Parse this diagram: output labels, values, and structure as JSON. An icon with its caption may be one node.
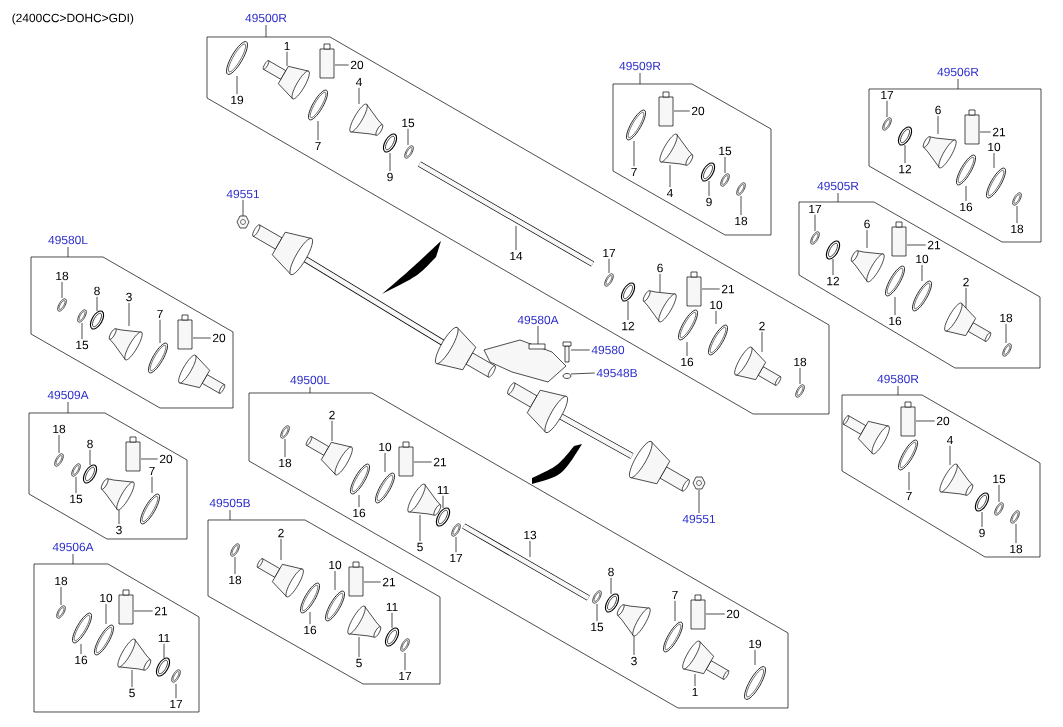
{
  "diagram": {
    "title": "(2400CC>DOHC>GDI)",
    "nodes": [
      {
        "text": [
          "49500R"
        ]
      },
      {
        "text": [
          "19"
        ],
        "in": 0
      },
      {
        "text": [
          "1"
        ],
        "in": 0
      },
      {
        "text": [
          "20"
        ],
        "in": 0
      },
      {
        "text": [
          "7"
        ],
        "in": 0
      },
      {
        "text": [
          "4"
        ],
        "in": 0
      },
      {
        "text": [
          "9"
        ],
        "in": 0
      },
      {
        "text": [
          "15"
        ],
        "in": 0
      },
      {
        "text": [
          "14"
        ],
        "in": 108
      },
      {
        "text": [
          "17"
        ],
        "in": 0
      },
      {
        "text": [
          "12"
        ],
        "in": 0
      },
      {
        "text": [
          "6"
        ],
        "in": 0
      },
      {
        "text": [
          "21"
        ],
        "in": 0
      },
      {
        "text": [
          "16"
        ],
        "in": 0
      },
      {
        "text": [
          "10"
        ],
        "in": 0
      },
      {
        "text": [
          "2"
        ],
        "in": 0
      },
      {
        "text": [
          "18"
        ],
        "in": 0
      },
      {
        "text": [
          "49509R"
        ]
      },
      {
        "text": [
          "20"
        ],
        "in": 17
      },
      {
        "text": [
          "7"
        ],
        "in": 17
      },
      {
        "text": [
          "4"
        ],
        "in": 17
      },
      {
        "text": [
          "15"
        ],
        "in": 17
      },
      {
        "text": [
          "9"
        ],
        "in": 17
      },
      {
        "text": [
          "18"
        ],
        "in": 17
      },
      {
        "text": [
          "49506R"
        ]
      },
      {
        "text": [
          "17"
        ],
        "in": 24
      },
      {
        "text": [
          "6"
        ],
        "in": 24
      },
      {
        "text": [
          "21"
        ],
        "in": 24
      },
      {
        "text": [
          "12"
        ],
        "in": 24
      },
      {
        "text": [
          "10"
        ],
        "in": 24
      },
      {
        "text": [
          "16"
        ],
        "in": 24
      },
      {
        "text": [
          "18"
        ],
        "in": 24
      },
      {
        "text": [
          "49551"
        ]
      },
      {
        "text": [
          "49505R"
        ]
      },
      {
        "text": [
          "17"
        ],
        "in": 33
      },
      {
        "text": [
          "6"
        ],
        "in": 33
      },
      {
        "text": [
          "21"
        ],
        "in": 33
      },
      {
        "text": [
          "12"
        ],
        "in": 33
      },
      {
        "text": [
          "10"
        ],
        "in": 33
      },
      {
        "text": [
          "16"
        ],
        "in": 33
      },
      {
        "text": [
          "2"
        ],
        "in": 33
      },
      {
        "text": [
          "18"
        ],
        "in": 33
      },
      {
        "text": [
          "49580L"
        ]
      },
      {
        "text": [
          "18"
        ],
        "in": 42
      },
      {
        "text": [
          "8"
        ],
        "in": 42
      },
      {
        "text": [
          "3"
        ],
        "in": 42
      },
      {
        "text": [
          "15"
        ],
        "in": 42
      },
      {
        "text": [
          "7"
        ],
        "in": 42
      },
      {
        "text": [
          "20"
        ],
        "in": 42
      },
      {
        "text": [
          "49580A"
        ]
      },
      {
        "text": [
          "49580"
        ]
      },
      {
        "text": [
          "49548B"
        ]
      },
      {
        "text": [
          "49580R"
        ]
      },
      {
        "text": [
          "20"
        ],
        "in": 52
      },
      {
        "text": [
          "4"
        ],
        "in": 52
      },
      {
        "text": [
          "7"
        ],
        "in": 52
      },
      {
        "text": [
          "15"
        ],
        "in": 52
      },
      {
        "text": [
          "9"
        ],
        "in": 52
      },
      {
        "text": [
          "18"
        ],
        "in": 52
      },
      {
        "text": [
          "49500L"
        ]
      },
      {
        "text": [
          "2"
        ],
        "in": 59
      },
      {
        "text": [
          "18"
        ],
        "in": 59
      },
      {
        "text": [
          "10"
        ],
        "in": 59
      },
      {
        "text": [
          "21"
        ],
        "in": 59
      },
      {
        "text": [
          "16"
        ],
        "in": 59
      },
      {
        "text": [
          "11"
        ],
        "in": 59
      },
      {
        "text": [
          "5"
        ],
        "in": 59
      },
      {
        "text": [
          "17"
        ],
        "in": 59
      },
      {
        "text": [
          "13"
        ],
        "in": 162
      },
      {
        "text": [
          "8"
        ],
        "in": 59
      },
      {
        "text": [
          "15"
        ],
        "in": 59
      },
      {
        "text": [
          "7"
        ],
        "in": 59
      },
      {
        "text": [
          "20"
        ],
        "in": 59
      },
      {
        "text": [
          "3"
        ],
        "in": 59
      },
      {
        "text": [
          "19"
        ],
        "in": 59
      },
      {
        "text": [
          "1"
        ],
        "in": 59
      },
      {
        "text": [
          "49509A"
        ]
      },
      {
        "text": [
          "18"
        ],
        "in": 76
      },
      {
        "text": [
          "8"
        ],
        "in": 76
      },
      {
        "text": [
          "20"
        ],
        "in": 76
      },
      {
        "text": [
          "7"
        ],
        "in": 76
      },
      {
        "text": [
          "15"
        ],
        "in": 76
      },
      {
        "text": [
          "3"
        ],
        "in": 76
      },
      {
        "text": [
          "49551"
        ]
      },
      {
        "text": [
          "49505B"
        ]
      },
      {
        "text": [
          "2"
        ],
        "in": 84
      },
      {
        "text": [
          "18"
        ],
        "in": 84
      },
      {
        "text": [
          "10"
        ],
        "in": 84
      },
      {
        "text": [
          "21"
        ],
        "in": 84
      },
      {
        "text": [
          "11"
        ],
        "in": 84
      },
      {
        "text": [
          "16"
        ],
        "in": 84
      },
      {
        "text": [
          "5"
        ],
        "in": 84
      },
      {
        "text": [
          "17"
        ],
        "in": 84
      },
      {
        "text": [
          "49506A"
        ]
      },
      {
        "text": [
          "18"
        ],
        "in": 93
      },
      {
        "text": [
          "10"
        ],
        "in": 93
      },
      {
        "text": [
          "21"
        ],
        "in": 93
      },
      {
        "text": [
          "11"
        ],
        "in": 93
      },
      {
        "text": [
          "16"
        ],
        "in": 93
      },
      {
        "text": [
          "5"
        ],
        "in": 93
      },
      {
        "text": [
          "17"
        ],
        "in": 93
      },
      {
        "text": [],
        "shape": "picture",
        "in": 0
      },
      {
        "text": [],
        "shape": "picture",
        "in": 0
      },
      {
        "text": [],
        "shape": "box",
        "in": 0
      },
      {
        "text": [],
        "shape": "picture",
        "in": 0
      },
      {
        "text": [],
        "shape": "picture",
        "in": 0
      },
      {
        "text": [],
        "shape": "picture",
        "in": 0
      },
      {
        "text": [],
        "shape": "picture",
        "in": 0
      },
      {
        "text": [],
        "shape": "picture",
        "in": 0
      },
      {
        "text": [],
        "shape": "picture",
        "in": 0
      },
      {
        "text": [],
        "shape": "picture",
        "in": 0
      },
      {
        "text": [],
        "shape": "picture",
        "in": 0
      },
      {
        "text": [],
        "shape": "box",
        "in": 0
      },
      {
        "text": [],
        "shape": "picture",
        "in": 0
      },
      {
        "text": [],
        "shape": "picture",
        "in": 0
      },
      {
        "text": [],
        "shape": "picture",
        "in": 0
      },
      {
        "text": [],
        "shape": "picture",
        "in": 0
      },
      {
        "text": [],
        "shape": "box",
        "in": 17
      },
      {
        "text": [],
        "shape": "picture",
        "in": 17
      },
      {
        "text": [],
        "shape": "picture",
        "in": 17
      },
      {
        "text": [],
        "shape": "picture",
        "in": 17
      },
      {
        "text": [],
        "shape": "picture",
        "in": 17
      },
      {
        "text": [],
        "shape": "picture",
        "in": 17
      },
      {
        "text": [],
        "shape": "picture",
        "in": 24
      },
      {
        "text": [],
        "shape": "picture",
        "in": 24
      },
      {
        "text": [],
        "shape": "box",
        "in": 24
      },
      {
        "text": [],
        "shape": "picture",
        "in": 24
      },
      {
        "text": [],
        "shape": "picture",
        "in": 24
      },
      {
        "text": [],
        "shape": "picture",
        "in": 24
      },
      {
        "text": [],
        "shape": "picture",
        "in": 24
      },
      {
        "text": [],
        "shape": "picture"
      },
      {
        "text": [],
        "shape": "picture",
        "in": 33
      },
      {
        "text": [],
        "shape": "picture",
        "in": 33
      },
      {
        "text": [],
        "shape": "box",
        "in": 33
      },
      {
        "text": [],
        "shape": "picture",
        "in": 33
      },
      {
        "text": [],
        "shape": "picture",
        "in": 33
      },
      {
        "text": [],
        "shape": "picture",
        "in": 33
      },
      {
        "text": [],
        "shape": "picture",
        "in": 33
      },
      {
        "text": [],
        "shape": "picture",
        "in": 33
      },
      {
        "text": [],
        "shape": "picture",
        "in": 42
      },
      {
        "text": [],
        "shape": "picture",
        "in": 42
      },
      {
        "text": [],
        "shape": "picture",
        "in": 42
      },
      {
        "text": [],
        "shape": "picture",
        "in": 42
      },
      {
        "text": [],
        "shape": "picture",
        "in": 42
      },
      {
        "text": [],
        "shape": "box",
        "in": 42
      },
      {
        "text": [],
        "shape": "picture"
      },
      {
        "text": [],
        "shape": "picture"
      },
      {
        "text": [],
        "shape": "circle"
      },
      {
        "text": [],
        "shape": "box",
        "in": 52
      },
      {
        "text": [],
        "shape": "picture",
        "in": 52
      },
      {
        "text": [],
        "shape": "picture",
        "in": 52
      },
      {
        "text": [],
        "shape": "picture",
        "in": 52
      },
      {
        "text": [],
        "shape": "picture",
        "in": 52
      },
      {
        "text": [],
        "shape": "picture",
        "in": 52
      },
      {
        "text": [],
        "shape": "picture",
        "in": 59
      },
      {
        "text": [],
        "shape": "picture",
        "in": 59
      },
      {
        "text": [],
        "shape": "picture",
        "in": 59
      },
      {
        "text": [],
        "shape": "box",
        "in": 59
      },
      {
        "text": [],
        "shape": "picture",
        "in": 59
      },
      {
        "text": [],
        "shape": "picture",
        "in": 59
      },
      {
        "text": [],
        "shape": "picture",
        "in": 59
      },
      {
        "text": [],
        "shape": "picture",
        "in": 59
      },
      {
        "text": [],
        "shape": "picture",
        "in": 59
      },
      {
        "text": [],
        "shape": "picture",
        "in": 59
      },
      {
        "text": [],
        "shape": "picture",
        "in": 59
      },
      {
        "text": [],
        "shape": "picture",
        "in": 59
      },
      {
        "text": [],
        "shape": "box",
        "in": 59
      },
      {
        "text": [],
        "shape": "picture",
        "in": 59
      },
      {
        "text": [],
        "shape": "picture",
        "in": 59
      },
      {
        "text": [],
        "shape": "picture",
        "in": 59
      },
      {
        "text": [],
        "shape": "picture",
        "in": 76
      },
      {
        "text": [],
        "shape": "picture",
        "in": 76
      },
      {
        "text": [],
        "shape": "box",
        "in": 76
      },
      {
        "text": [],
        "shape": "picture",
        "in": 76
      },
      {
        "text": [],
        "shape": "picture",
        "in": 76
      },
      {
        "text": [],
        "shape": "picture",
        "in": 76
      },
      {
        "text": [],
        "shape": "picture"
      },
      {
        "text": [],
        "shape": "picture",
        "in": 84
      },
      {
        "text": [],
        "shape": "picture",
        "in": 84
      },
      {
        "text": [],
        "shape": "picture",
        "in": 84
      },
      {
        "text": [],
        "shape": "box",
        "in": 84
      },
      {
        "text": [],
        "shape": "picture",
        "in": 84
      },
      {
        "text": [],
        "shape": "picture",
        "in": 84
      },
      {
        "text": [],
        "shape": "picture",
        "in": 84
      },
      {
        "text": [],
        "shape": "picture",
        "in": 84
      },
      {
        "text": [],
        "shape": "picture",
        "in": 93
      },
      {
        "text": [],
        "shape": "picture",
        "in": 93
      },
      {
        "text": [],
        "shape": "box",
        "in": 93
      },
      {
        "text": [],
        "shape": "picture",
        "in": 93
      },
      {
        "text": [],
        "shape": "picture",
        "in": 93
      },
      {
        "text": [],
        "shape": "picture",
        "in": 93
      },
      {
        "text": [],
        "shape": "picture",
        "in": 93
      }
    ],
    "edges": [
      {
        "from": 1,
        "to": 101,
        "arrow": "none"
      },
      {
        "from": 2,
        "to": 102,
        "arrow": "none"
      },
      {
        "from": 3,
        "to": 103,
        "arrow": "none"
      },
      {
        "from": 4,
        "to": 104,
        "arrow": "none"
      },
      {
        "from": 5,
        "to": 105,
        "arrow": "none"
      },
      {
        "from": 6,
        "to": 106,
        "arrow": "none"
      },
      {
        "from": 7,
        "to": 107,
        "arrow": "none"
      },
      {
        "from": 8,
        "to": 108,
        "arrow": "none"
      },
      {
        "from": 9,
        "to": 109,
        "arrow": "none"
      },
      {
        "from": 10,
        "to": 110,
        "arrow": "none"
      },
      {
        "from": 11,
        "to": 111,
        "arrow": "none"
      },
      {
        "from": 12,
        "to": 112,
        "arrow": "none"
      },
      {
        "from": 13,
        "to": 113,
        "arrow": "none"
      },
      {
        "from": 14,
        "to": 114,
        "arrow": "none"
      },
      {
        "from": 15,
        "to": 115,
        "arrow": "none"
      },
      {
        "from": 16,
        "to": 116,
        "arrow": "none"
      },
      {
        "from": 18,
        "to": 117,
        "arrow": "none"
      },
      {
        "from": 19,
        "to": 118,
        "arrow": "none"
      },
      {
        "from": 20,
        "to": 119,
        "arrow": "none"
      },
      {
        "from": 21,
        "to": 120,
        "arrow": "none"
      },
      {
        "from": 22,
        "to": 121,
        "arrow": "none"
      },
      {
        "from": 23,
        "to": 122,
        "arrow": "none"
      },
      {
        "from": 25,
        "to": 123,
        "arrow": "none"
      },
      {
        "from": 26,
        "to": 124,
        "arrow": "none"
      },
      {
        "from": 27,
        "to": 125,
        "arrow": "none"
      },
      {
        "from": 28,
        "to": 126,
        "arrow": "none"
      },
      {
        "from": 29,
        "to": 127,
        "arrow": "none"
      },
      {
        "from": 30,
        "to": 128,
        "arrow": "none"
      },
      {
        "from": 31,
        "to": 129,
        "arrow": "none"
      },
      {
        "from": 32,
        "to": 130,
        "arrow": "none"
      },
      {
        "from": 34,
        "to": 131,
        "arrow": "none"
      },
      {
        "from": 35,
        "to": 132,
        "arrow": "none"
      },
      {
        "from": 36,
        "to": 133,
        "arrow": "none"
      },
      {
        "from": 37,
        "to": 134,
        "arrow": "none"
      },
      {
        "from": 38,
        "to": 135,
        "arrow": "none"
      },
      {
        "from": 39,
        "to": 136,
        "arrow": "none"
      },
      {
        "from": 40,
        "to": 137,
        "arrow": "none"
      },
      {
        "from": 41,
        "to": 138,
        "arrow": "none"
      },
      {
        "from": 43,
        "to": 139,
        "arrow": "none"
      },
      {
        "from": 44,
        "to": 140,
        "arrow": "none"
      },
      {
        "from": 45,
        "to": 141,
        "arrow": "none"
      },
      {
        "from": 46,
        "to": 142,
        "arrow": "none"
      },
      {
        "from": 47,
        "to": 143,
        "arrow": "none"
      },
      {
        "from": 48,
        "to": 144,
        "arrow": "none"
      },
      {
        "from": 49,
        "to": 145,
        "arrow": "none"
      },
      {
        "from": 50,
        "to": 146,
        "arrow": "none"
      },
      {
        "from": 51,
        "to": 147,
        "arrow": "none"
      },
      {
        "from": 53,
        "to": 148,
        "arrow": "none"
      },
      {
        "from": 54,
        "to": 149,
        "arrow": "none"
      },
      {
        "from": 55,
        "to": 150,
        "arrow": "none"
      },
      {
        "from": 56,
        "to": 151,
        "arrow": "none"
      },
      {
        "from": 57,
        "to": 152,
        "arrow": "none"
      },
      {
        "from": 58,
        "to": 153,
        "arrow": "none"
      },
      {
        "from": 60,
        "to": 154,
        "arrow": "none"
      },
      {
        "from": 61,
        "to": 155,
        "arrow": "none"
      },
      {
        "from": 62,
        "to": 156,
        "arrow": "none"
      },
      {
        "from": 63,
        "to": 157,
        "arrow": "none"
      },
      {
        "from": 64,
        "to": 158,
        "arrow": "none"
      },
      {
        "from": 65,
        "to": 159,
        "arrow": "none"
      },
      {
        "from": 66,
        "to": 160,
        "arrow": "none"
      },
      {
        "from": 67,
        "to": 161,
        "arrow": "none"
      },
      {
        "from": 68,
        "to": 162,
        "arrow": "none"
      },
      {
        "from": 69,
        "to": 163,
        "arrow": "none"
      },
      {
        "from": 70,
        "to": 164,
        "arrow": "none"
      },
      {
        "from": 71,
        "to": 165,
        "arrow": "none"
      },
      {
        "from": 72,
        "to": 166,
        "arrow": "none"
      },
      {
        "from": 73,
        "to": 167,
        "arrow": "none"
      },
      {
        "from": 74,
        "to": 168,
        "arrow": "none"
      },
      {
        "from": 75,
        "to": 169,
        "arrow": "none"
      },
      {
        "from": 77,
        "to": 170,
        "arrow": "none"
      },
      {
        "from": 78,
        "to": 171,
        "arrow": "none"
      },
      {
        "from": 79,
        "to": 172,
        "arrow": "none"
      },
      {
        "from": 80,
        "to": 173,
        "arrow": "none"
      },
      {
        "from": 81,
        "to": 174,
        "arrow": "none"
      },
      {
        "from": 82,
        "to": 175,
        "arrow": "none"
      },
      {
        "from": 83,
        "to": 176,
        "arrow": "none"
      },
      {
        "from": 85,
        "to": 177,
        "arrow": "none"
      },
      {
        "from": 86,
        "to": 178,
        "arrow": "none"
      },
      {
        "from": 87,
        "to": 179,
        "arrow": "none"
      },
      {
        "from": 88,
        "to": 180,
        "arrow": "none"
      },
      {
        "from": 89,
        "to": 181,
        "arrow": "none"
      },
      {
        "from": 90,
        "to": 182,
        "arrow": "none"
      },
      {
        "from": 91,
        "to": 183,
        "arrow": "none"
      },
      {
        "from": 92,
        "to": 184,
        "arrow": "none"
      },
      {
        "from": 94,
        "to": 185,
        "arrow": "none"
      },
      {
        "from": 95,
        "to": 186,
        "arrow": "none"
      },
      {
        "from": 96,
        "to": 187,
        "arrow": "none"
      },
      {
        "from": 97,
        "to": 188,
        "arrow": "none"
      },
      {
        "from": 98,
        "to": 189,
        "arrow": "none"
      },
      {
        "from": 99,
        "to": 190,
        "arrow": "none"
      },
      {
        "from": 100,
        "to": 191,
        "arrow": "none"
      }
    ]
  }
}
